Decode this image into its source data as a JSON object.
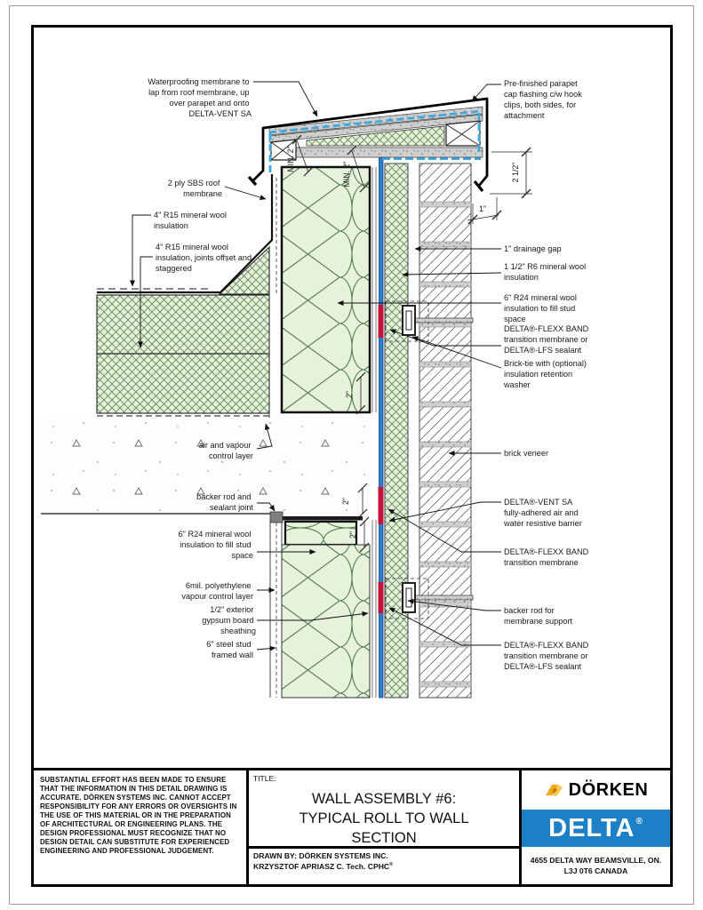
{
  "labels": {
    "waterproofing": {
      "lines": [
        "Waterproofing membrane to",
        "lap from roof membrane, up",
        "over parapet and onto",
        "DELTA-VENT SA"
      ]
    },
    "sbs": {
      "lines": [
        "2 ply SBS roof",
        "membrane"
      ]
    },
    "r15a": {
      "lines": [
        "4\" R15 mineral wool",
        "insulation"
      ]
    },
    "r15b": {
      "lines": [
        "4\" R15 mineral wool",
        "insulation, joints offset and",
        "staggered"
      ]
    },
    "airvapour": {
      "lines": [
        "air and vapour",
        "control layer"
      ]
    },
    "backerrod_joint": {
      "lines": [
        "backer rod and",
        "sealant joint"
      ]
    },
    "r24_lower": {
      "lines": [
        "6\" R24 mineral wool",
        "insulation to fill stud",
        "space"
      ]
    },
    "poly": {
      "lines": [
        "6mil. polyethylene",
        "vapour control layer"
      ]
    },
    "gypsum": {
      "lines": [
        "1/2\" exterior",
        "gypsum board",
        "sheathing"
      ]
    },
    "stud": {
      "lines": [
        "6\" steel stud",
        "framed wall"
      ]
    },
    "parapet_cap": {
      "lines": [
        "Pre-finished parapet",
        "cap flashing c/w hook",
        "clips, both sides, for",
        "attachment"
      ]
    },
    "drainage": {
      "lines": [
        "1\" drainage gap"
      ]
    },
    "r6": {
      "lines": [
        "1 1/2\" R6 mineral wool",
        "insulation"
      ]
    },
    "r24_upper": {
      "lines": [
        "6\" R24 mineral wool",
        "insulation to fill stud",
        "space"
      ]
    },
    "flexx_upper": {
      "lines": [
        "DELTA®-FLEXX BAND",
        "transition membrane or",
        "DELTA®-LFS sealant"
      ]
    },
    "bricktie": {
      "lines": [
        "Brick-tie with (optional)",
        "insulation retention",
        "washer"
      ]
    },
    "brick": {
      "lines": [
        "brick veneer"
      ]
    },
    "ventsa": {
      "lines": [
        "DELTA®-VENT SA",
        "fully-adhered air and",
        "water resistive barrier"
      ]
    },
    "flexx_mid": {
      "lines": [
        "DELTA®-FLEXX BAND",
        "transition membrane"
      ]
    },
    "backerrod_support": {
      "lines": [
        "backer rod for",
        "membrane support"
      ]
    },
    "flexx_lower": {
      "lines": [
        "DELTA®-FLEXX BAND",
        "transition membrane or",
        "DELTA®-LFS sealant"
      ]
    }
  },
  "dimensions": {
    "cap_drop": "2 1/2\"",
    "overhang": "1\"",
    "min2a": "MIN. 2\"",
    "min2b": "MIN. 2\"",
    "d2a": "2\"",
    "d2b": "2\"",
    "d2c": "2\""
  },
  "titleblock": {
    "disclaimer": "SUBSTANTIAL EFFORT HAS BEEN MADE TO ENSURE THAT THE INFORMATION IN THIS DETAIL DRAWING IS ACCURATE. DÖRKEN SYSTEMS INC. CANNOT ACCEPT RESPONSIBILITY FOR ANY ERRORS OR OVERSIGHTS IN THE USE OF THIS MATERIAL OR IN THE PREPARATION OF ARCHITECTURAL OR ENGINEERING PLANS. THE DESIGN PROFESSIONAL MUST RECOGNIZE THAT NO DESIGN DETAIL CAN SUBSTITUTE FOR EXPERIENCED ENGINEERING AND PROFESSIONAL JUDGEMENT.",
    "title_label": "TITLE:",
    "title_lines": [
      "WALL ASSEMBLY #6:",
      "TYPICAL ROLL TO WALL",
      "SECTION"
    ],
    "drawn_by_line1": "DRAWN BY: DÖRKEN SYSTEMS INC.",
    "drawn_by_line2": "KRZYSZTOF APRIASZ C. Tech. CPHC",
    "reg": "®",
    "brand": {
      "dorken": "DÖRKEN",
      "delta": "DELTA",
      "reg": "®",
      "address_line1": "4655 DELTA WAY BEAMSVILLE, ON.",
      "address_line2": "L3J 0T6 CANADA"
    }
  },
  "colors": {
    "delta_blue": "#1b80c5",
    "membrane_blue_light": "#3fa8dc",
    "vent_sa_blue": "#2e7ec9",
    "flexx_red": "#c1143c",
    "insulation_green_bg": "#e6f2dc",
    "insulation_green_line": "#567f4e",
    "dorken_orange": "#f5a81e",
    "line_black": "#111111"
  }
}
